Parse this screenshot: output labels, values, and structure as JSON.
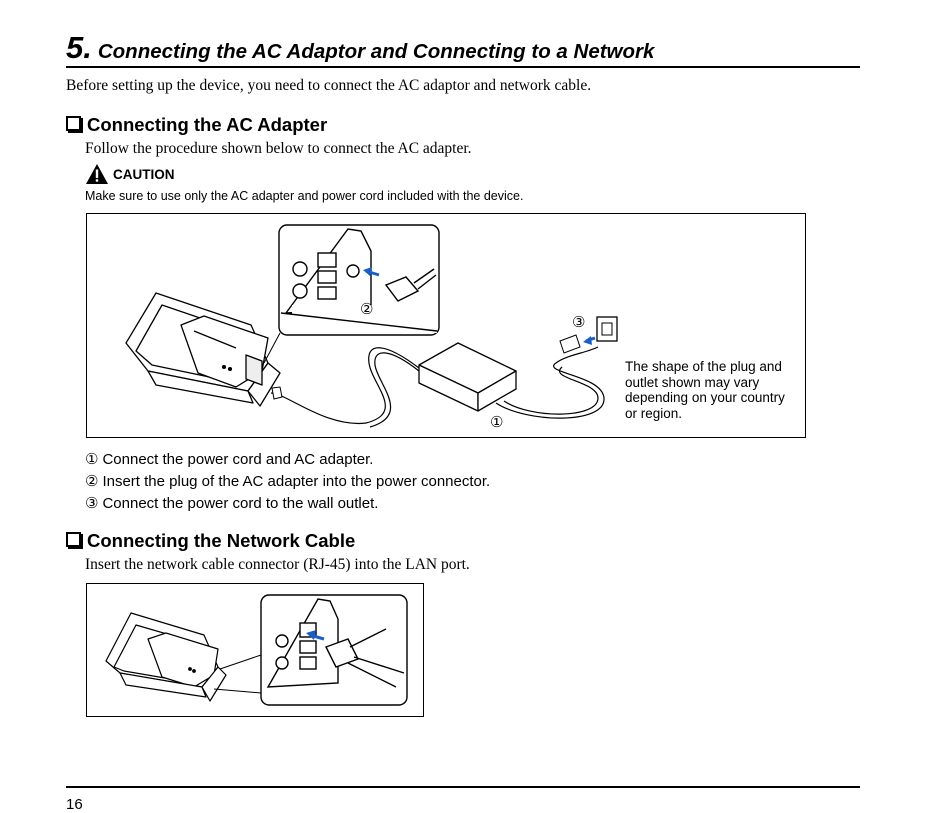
{
  "chapter": {
    "number": "5.",
    "title": "Connecting the AC Adaptor and Connecting to a Network"
  },
  "intro": "Before setting up the device, you need to connect the AC adaptor and network cable.",
  "sections": {
    "ac": {
      "heading": "Connecting the AC Adapter",
      "instruction": "Follow the procedure shown below to connect the AC adapter.",
      "caution_label": "CAUTION",
      "caution_text": "Make sure to use only the AC adapter and power cord included with the device.",
      "figure": {
        "callout_1": "①",
        "callout_2": "②",
        "callout_3": "③",
        "note_lines": [
          "The shape of the plug and",
          "outlet shown may vary",
          "depending on your country",
          "or region."
        ]
      },
      "steps": [
        {
          "num": "①",
          "text": "Connect the power cord and AC adapter."
        },
        {
          "num": "②",
          "text": "Insert the plug of the AC adapter into the power connector."
        },
        {
          "num": "③",
          "text": "Connect the power cord to the wall outlet."
        }
      ]
    },
    "network": {
      "heading": "Connecting the Network Cable",
      "instruction": "Insert the network cable connector (RJ-45) into the LAN port."
    }
  },
  "page_number": "16",
  "icons": {
    "checkbox": "checkbox-icon",
    "warning": "warning-triangle-icon"
  }
}
